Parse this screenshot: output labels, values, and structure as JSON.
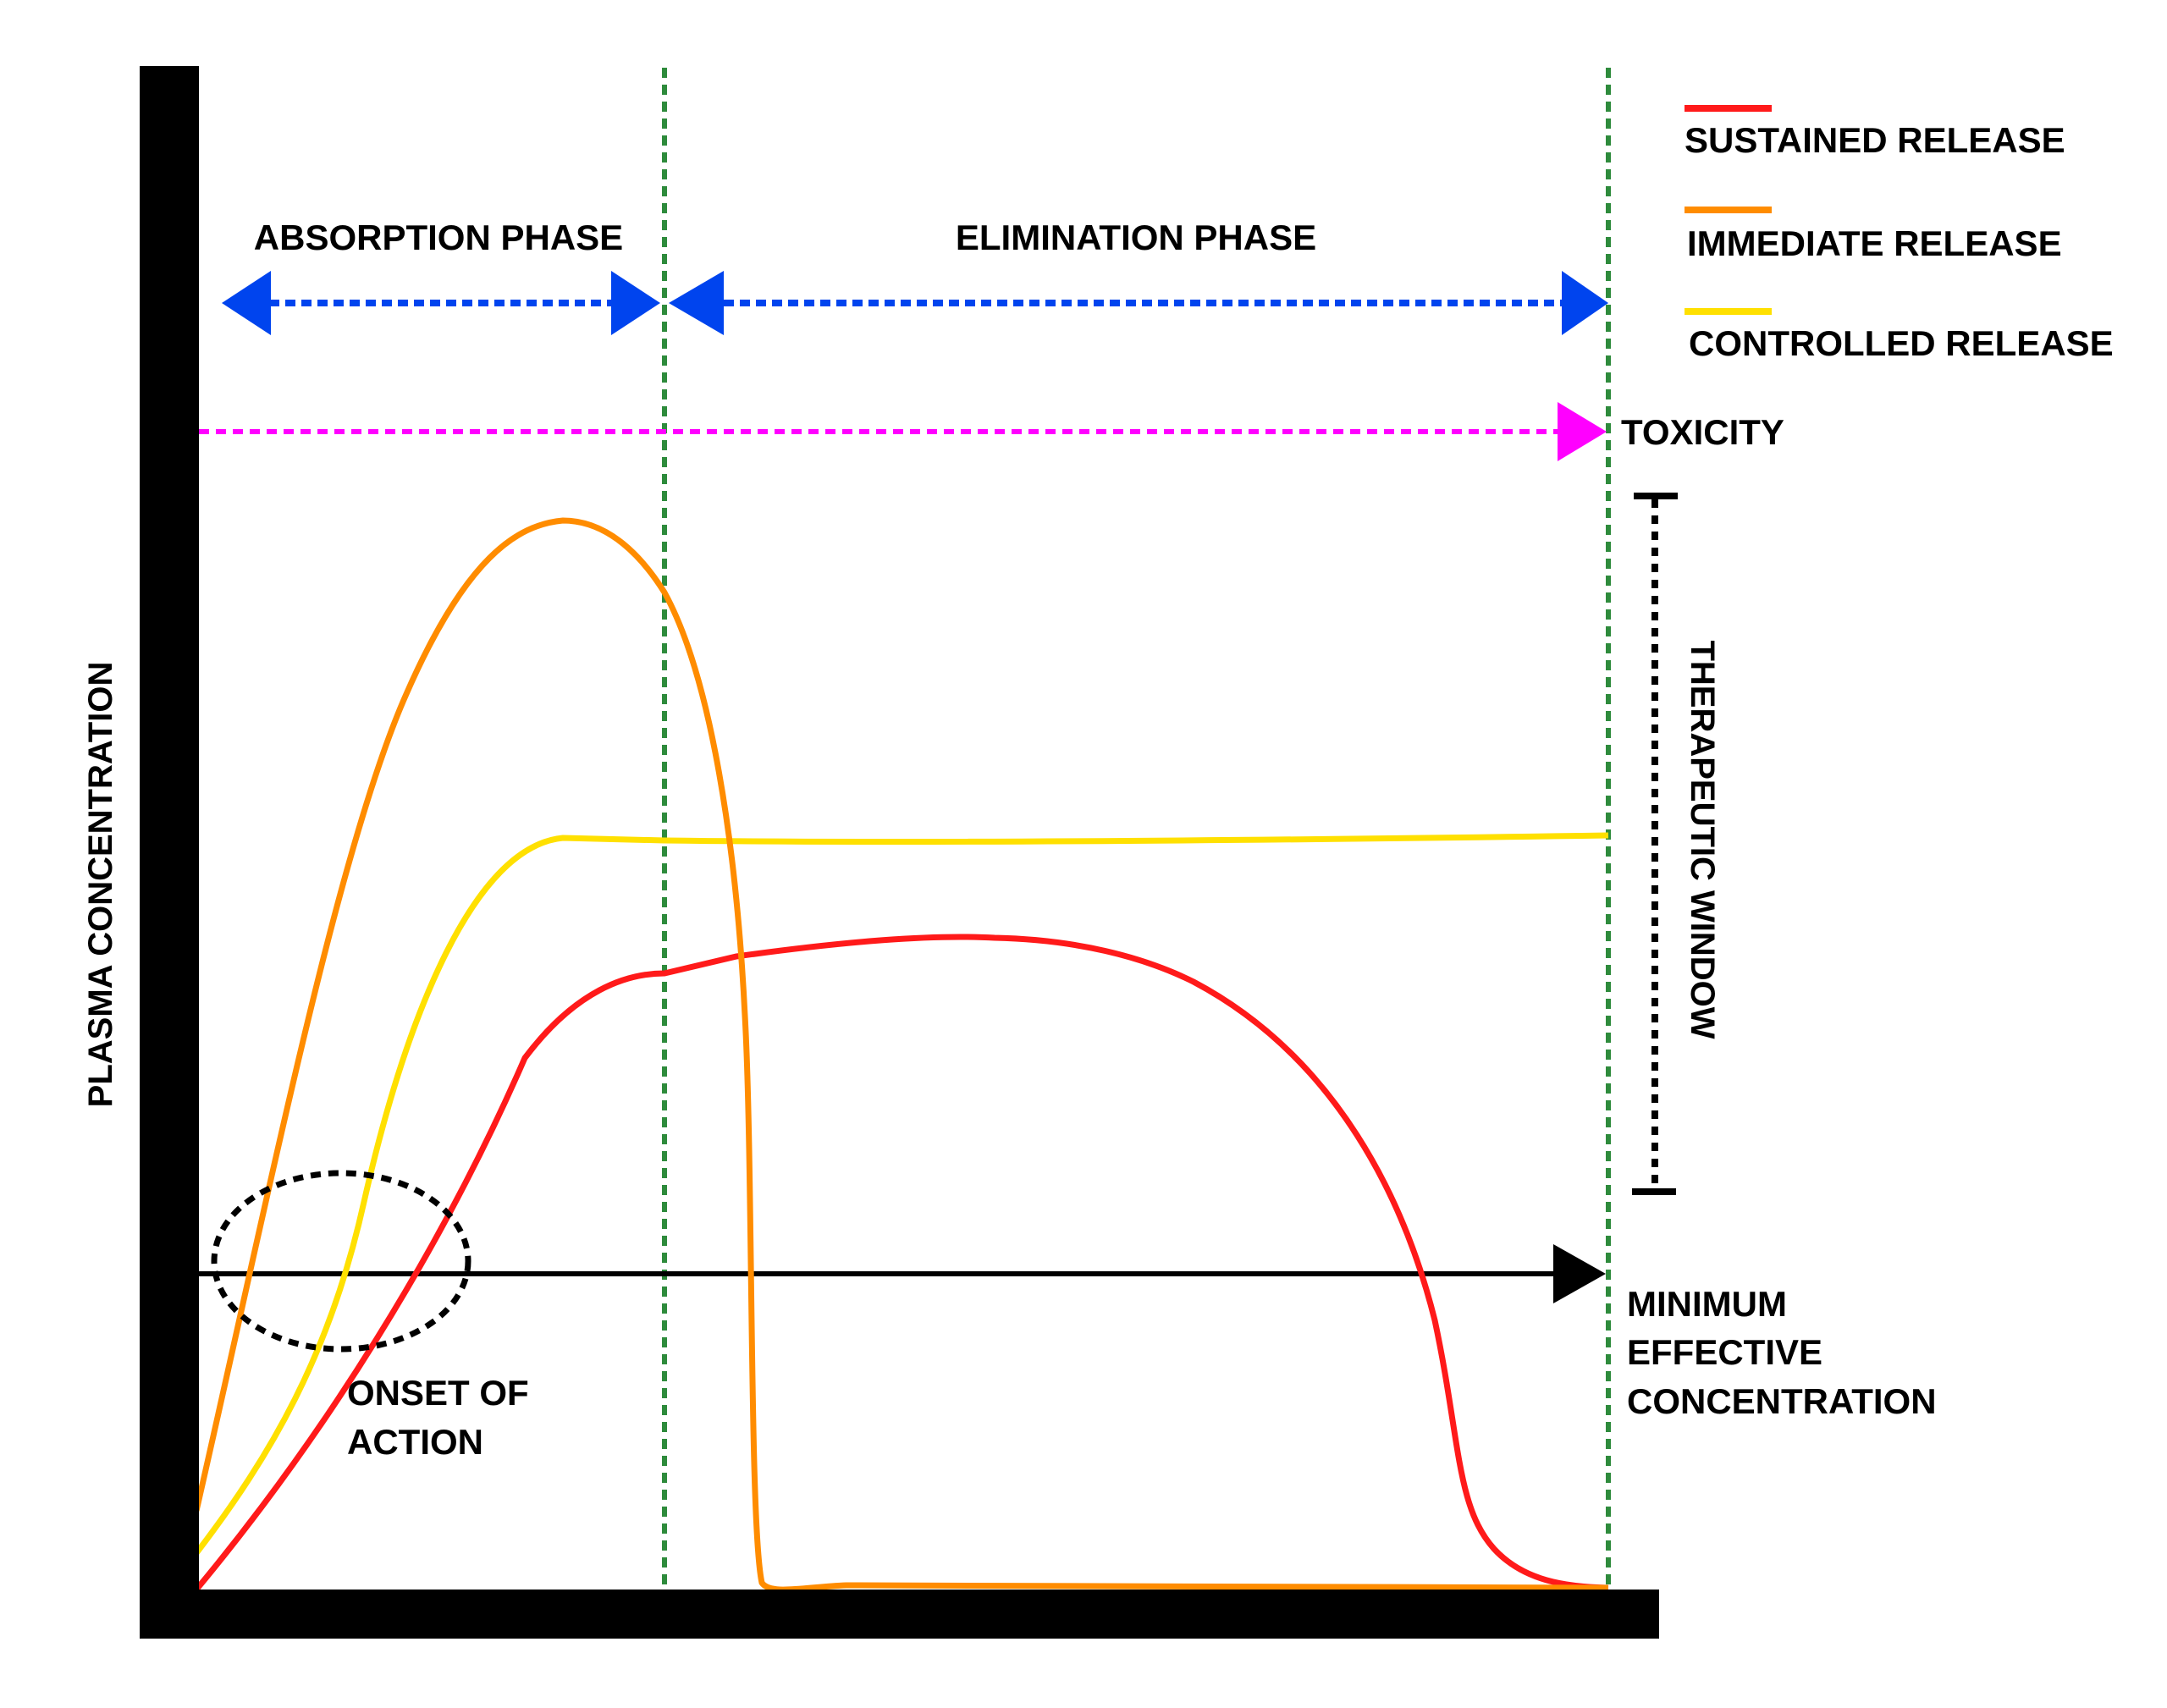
{
  "chart_data": {
    "type": "line",
    "title": "",
    "xlabel": "",
    "ylabel": "PLASMA CONCENTRATION",
    "axis_ticks": false,
    "grid": false,
    "legend_position": "top-right",
    "x_range": [
      0,
      100
    ],
    "y_range": [
      0,
      100
    ],
    "phases": [
      {
        "label": "ABSORPTION PHASE",
        "x_start": 0,
        "x_end": 33
      },
      {
        "label": "ELIMINATION PHASE",
        "x_start": 33,
        "x_end": 100
      }
    ],
    "reference_lines": [
      {
        "label": "TOXICITY",
        "y": 76,
        "color": "#ff00ff",
        "style": "dotted-arrow"
      },
      {
        "label": "MINIMUM EFFECTIVE CONCENTRATION",
        "y": 21,
        "color": "#000000",
        "style": "solid-arrow"
      }
    ],
    "range_annotations": [
      {
        "label": "THERAPEUTIC WINDOW",
        "y_start": 23,
        "y_end": 72
      }
    ],
    "point_annotations": [
      {
        "label": "ONSET OF ACTION",
        "x": 6,
        "y": 21,
        "shape": "dotted-ellipse"
      }
    ],
    "series": [
      {
        "name": "SUSTAINED RELEASE",
        "color": "#ff1a1a",
        "x": [
          0,
          10,
          20,
          33,
          45,
          56,
          65,
          75,
          83,
          86,
          89,
          95,
          100
        ],
        "y": [
          0,
          18,
          35,
          40,
          42,
          43,
          41,
          33,
          18,
          8,
          3,
          0.5,
          0
        ]
      },
      {
        "name": "IMMEDIATE RELEASE",
        "color": "#ff8c00",
        "x": [
          0,
          5,
          10,
          16,
          23,
          28,
          33,
          36,
          38,
          39,
          42,
          60,
          100
        ],
        "y": [
          5,
          30,
          52,
          65,
          70,
          68,
          63,
          45,
          20,
          2,
          0.3,
          0.5,
          0.3
        ]
      },
      {
        "name": "CONTROLLED RELEASE",
        "color": "#ffe000",
        "x": [
          0,
          5,
          10,
          16,
          23,
          33,
          50,
          70,
          100
        ],
        "y": [
          2,
          18,
          35,
          46,
          48,
          47.7,
          47.7,
          47.9,
          48
        ]
      }
    ]
  },
  "legend": {
    "items": [
      {
        "label": "SUSTAINED RELEASE",
        "color": "#ff1a1a"
      },
      {
        "label": "IMMEDIATE RELEASE",
        "color": "#ff8c00"
      },
      {
        "label": "CONTROLLED RELEASE",
        "color": "#ffe000"
      }
    ]
  },
  "labels": {
    "y_axis": "PLASMA CONCENTRATION",
    "absorption_phase": "ABSORPTION PHASE",
    "elimination_phase": "ELIMINATION PHASE",
    "toxicity": "TOXICITY",
    "therapeutic_window": "THERAPEUTIC WINDOW",
    "mec_line1": "MINIMUM",
    "mec_line2": "EFFECTIVE",
    "mec_line3": "CONCENTRATION",
    "onset_line1": "ONSET OF",
    "onset_line2": "ACTION"
  },
  "colors": {
    "axis": "#000000",
    "phase_arrows": "#0044ee",
    "phase_dividers": "#2e8b3c",
    "toxicity": "#ff00ff",
    "mec": "#000000"
  }
}
